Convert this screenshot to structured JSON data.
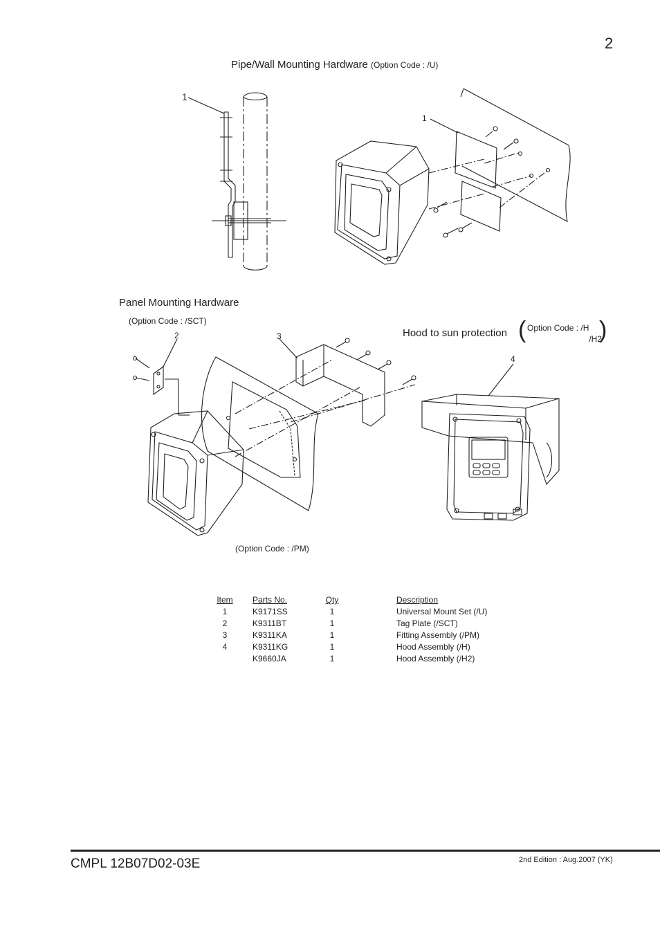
{
  "page_number": "2",
  "pipe_wall": {
    "title": "Pipe/Wall Mounting Hardware",
    "option_code": "(Option Code : /U)",
    "callout_left": "1",
    "callout_right": "1"
  },
  "panel": {
    "title": "Panel Mounting Hardware",
    "option_code_sct": "(Option Code : /SCT)",
    "callout_tag": "2",
    "callout_fitting": "3",
    "option_code_pm": "(Option Code : /PM)"
  },
  "hood": {
    "title": "Hood to sun protection",
    "option_code_line1": "Option Code : /H",
    "option_code_line2": "/H2",
    "callout": "4"
  },
  "parts_table": {
    "headers": {
      "item": "Item",
      "parts_no": "Parts No.",
      "qty": "Qty",
      "description": "Description"
    },
    "rows": [
      {
        "item": "1",
        "parts_no": "K9171SS",
        "qty": "1",
        "description": "Universal Mount Set (/U)"
      },
      {
        "item": "2",
        "parts_no": "K9311BT",
        "qty": "1",
        "description": "Tag Plate (/SCT)"
      },
      {
        "item": "3",
        "parts_no": "K9311KA",
        "qty": "1",
        "description": "Fitting Assembly (/PM)"
      },
      {
        "item": "4",
        "parts_no": "K9311KG",
        "qty": "1",
        "description": "Hood Assembly (/H)"
      },
      {
        "item": "",
        "parts_no": "K9660JA",
        "qty": "1",
        "description": "Hood Assembly (/H2)"
      }
    ]
  },
  "footer": {
    "doc_id": "CMPL 12B07D02-03E",
    "edition": "2nd Edition : Aug.2007 (YK)"
  }
}
